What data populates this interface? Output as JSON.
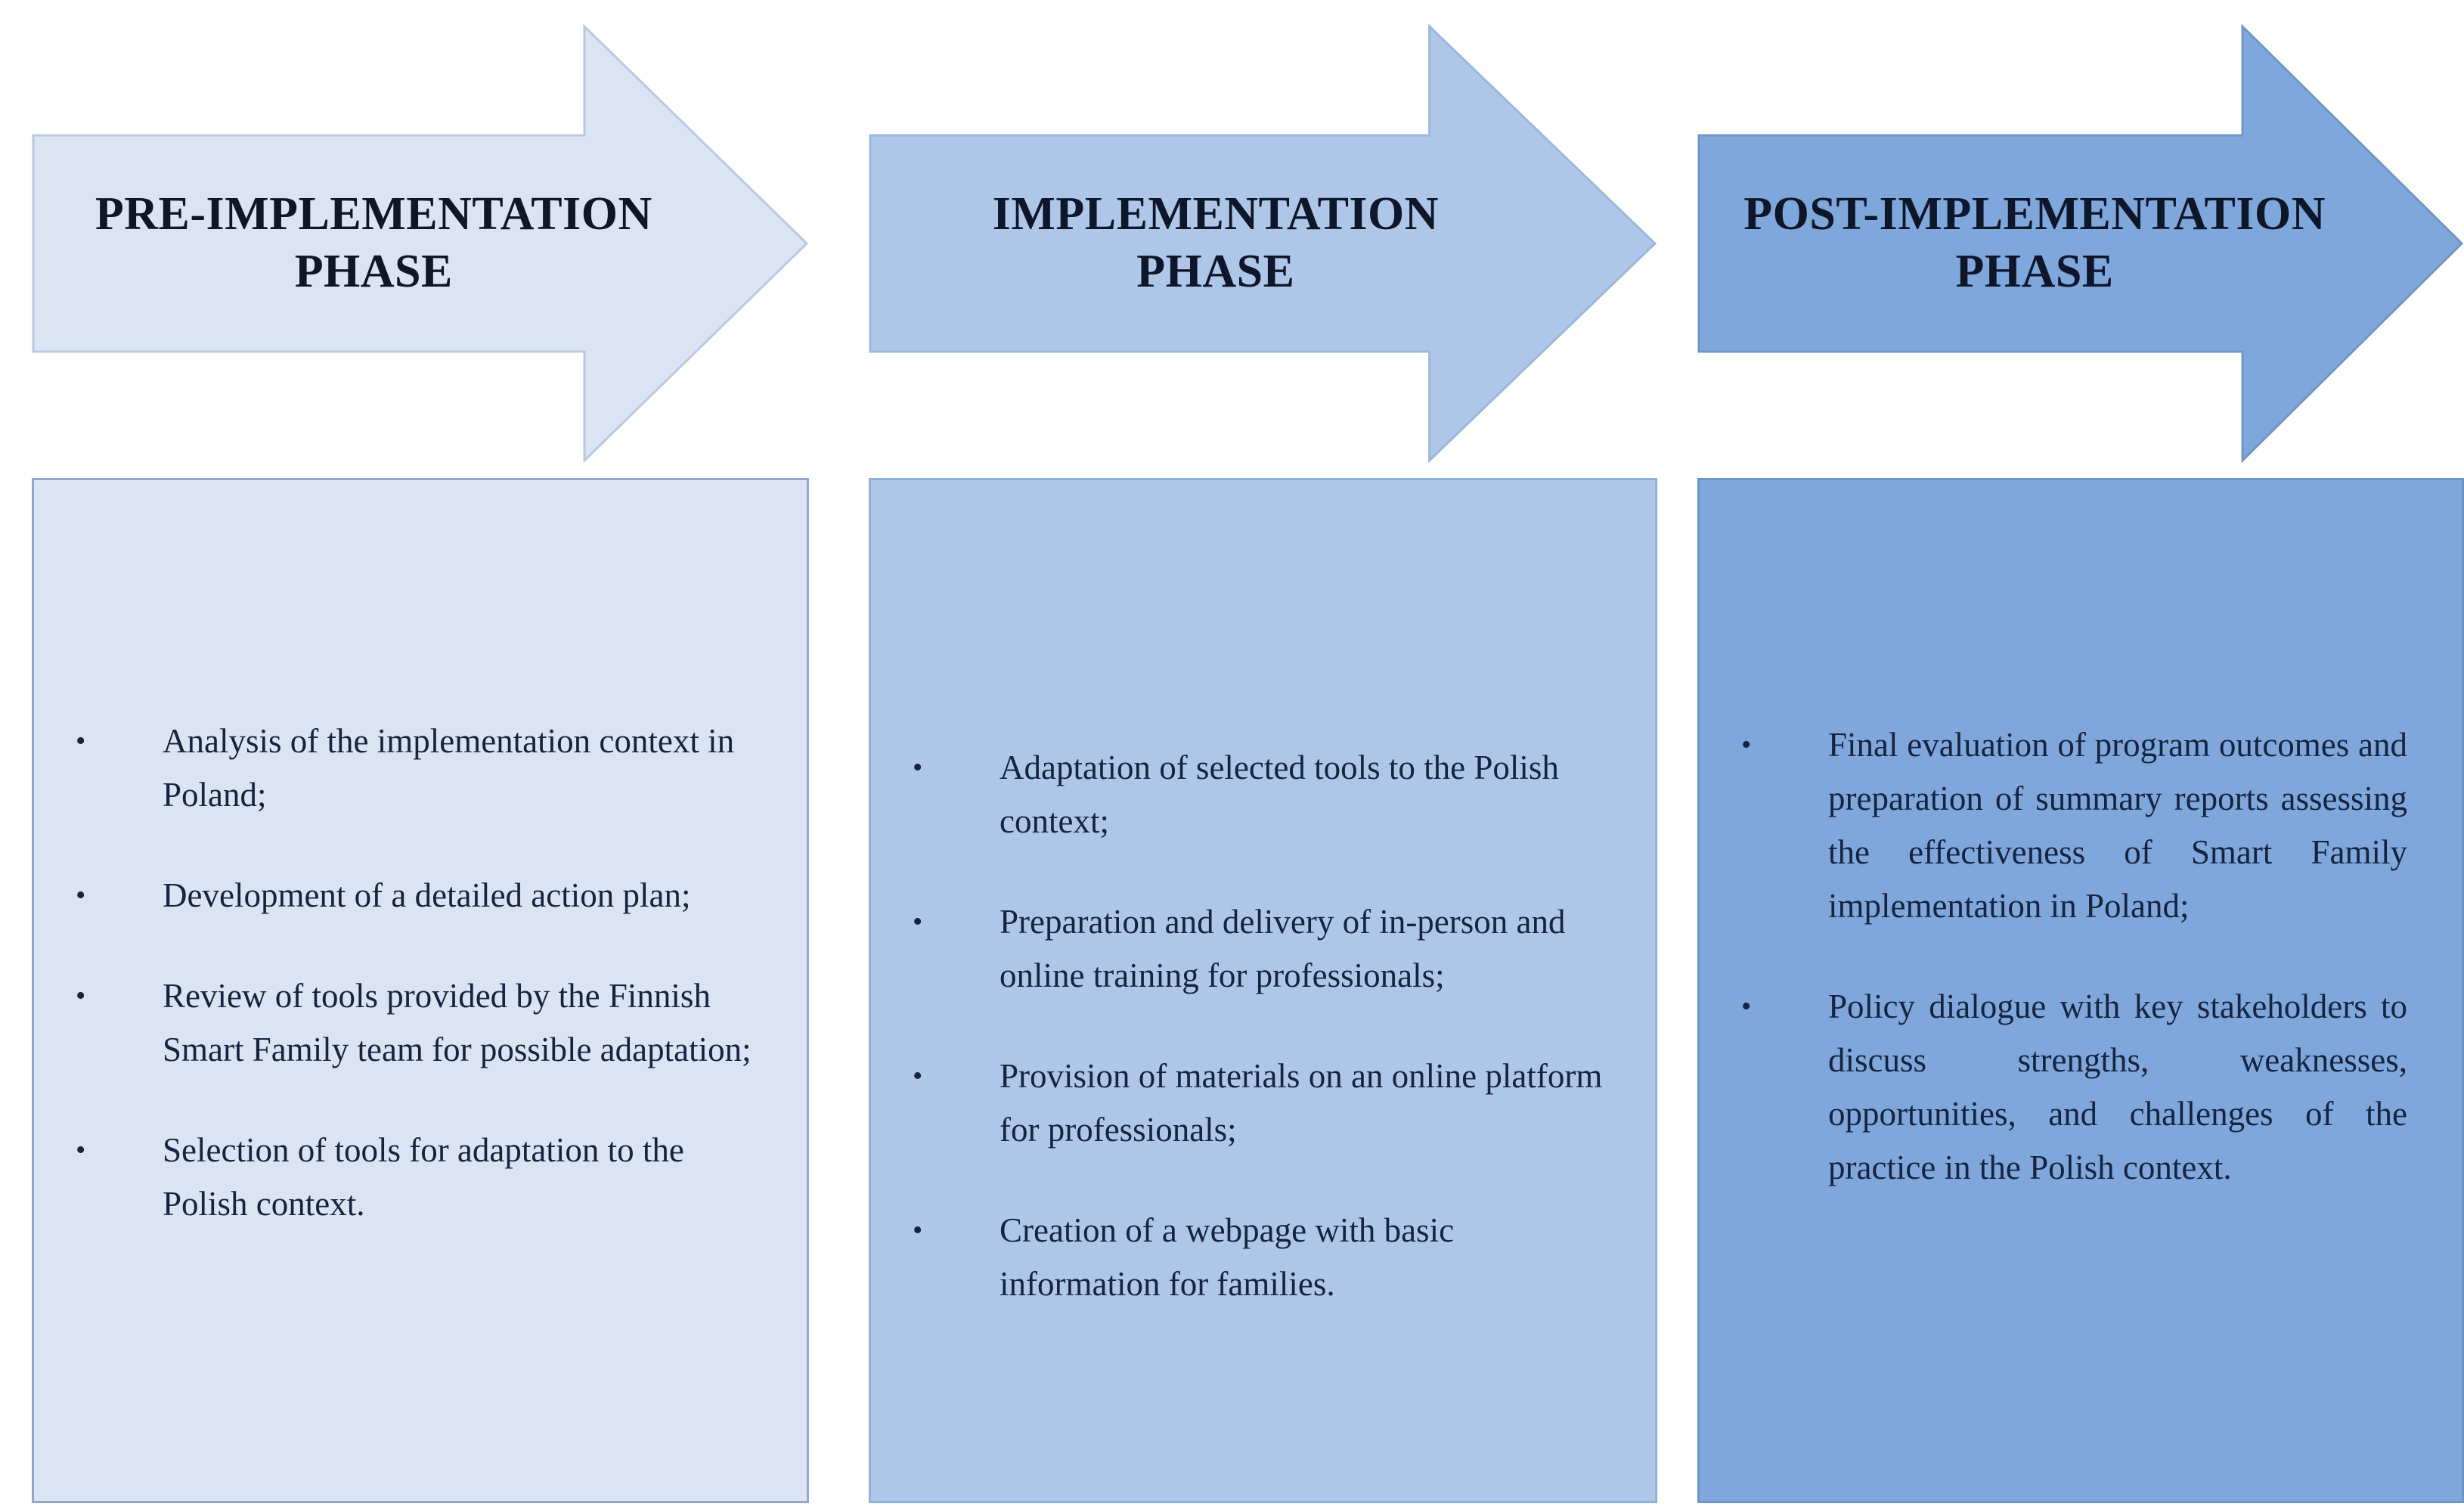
{
  "title": "Smart Family implementation phases diagram",
  "bullet_char": "•",
  "colors": {
    "background": "#ffffff",
    "heading_text": "#0e1729",
    "body_text": "#16243f",
    "phase1_fill": "#dbe4f2",
    "phase1_stroke": "#b9c9e2",
    "phase1_box_border": "#94a9c9",
    "phase2_fill": "#aec7e8",
    "phase2_stroke": "#9ab7dd",
    "phase2_box_border": "#8fb0d8",
    "phase3_fill": "#7fa7dc",
    "phase3_stroke": "#7096c5",
    "phase3_box_border": "#6d96c6"
  },
  "phases": [
    {
      "label_line1": "PRE-IMPLEMENTATION",
      "label_line2": "PHASE",
      "items": [
        "Analysis of the implementation context in Poland;",
        "Development of a detailed action plan;",
        "Review of tools provided by the Finnish Smart Family team for possible adaptation;",
        "Selection of tools for adaptation to the Polish context."
      ]
    },
    {
      "label_line1": "IMPLEMENTATION",
      "label_line2": "PHASE",
      "items": [
        "Adaptation of selected tools to the Polish context;",
        "Preparation and delivery of in-person and online training for professionals;",
        "Provision of materials on an online platform for professionals;",
        "Creation of a webpage with basic information for families."
      ]
    },
    {
      "label_line1": "POST-IMPLEMENTATION",
      "label_line2": "PHASE",
      "items": [
        "Final evaluation of program outcomes and preparation of summary reports assessing the effectiveness of Smart Family implementation in Poland;",
        "Policy dialogue with key stakeholders to discuss strengths, weaknesses, opportunities, and challenges of the practice in the Polish context."
      ]
    }
  ]
}
